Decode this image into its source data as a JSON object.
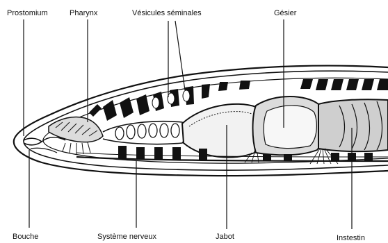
{
  "labels": {
    "prostomium": "Prostomium",
    "pharynx": "Pharynx",
    "vesicules": "Vésicules séminales",
    "gesier": "Gésier",
    "bouche": "Bouche",
    "systeme": "Système nerveux",
    "jabot": "Jabot",
    "intestin": "Instestin"
  }
}
